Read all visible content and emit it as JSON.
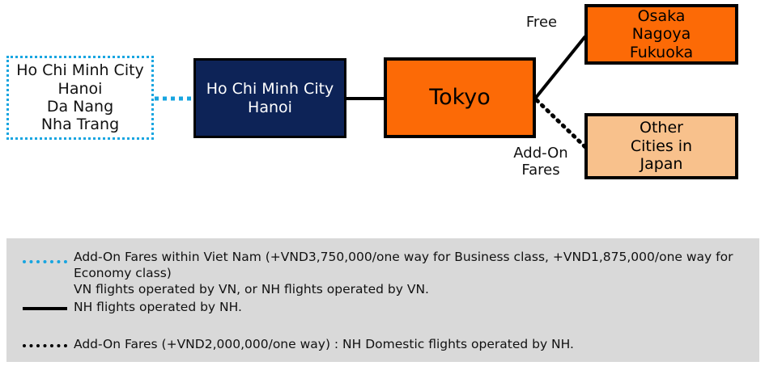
{
  "diagram": {
    "nodes": {
      "vietnam_cities": {
        "label": "Ho Chi Minh City\nHanoi\nDa Nang\nNha Trang",
        "border_color": "#18a5e0",
        "fill_color": "#ffffff"
      },
      "vietnam_gateway": {
        "label": "Ho Chi Minh City\nHanoi",
        "border_color": "#000000",
        "fill_color": "#0d2357",
        "text_color": "#ffffff"
      },
      "tokyo": {
        "label": "Tokyo",
        "border_color": "#000000",
        "fill_color": "#fc6a06"
      },
      "free_cities": {
        "label": "Osaka\nNagoya\nFukuoka",
        "border_color": "#000000",
        "fill_color": "#fc6a06"
      },
      "other_cities": {
        "label": "Other\nCities in\nJapan",
        "border_color": "#000000",
        "fill_color": "#f8c18c"
      }
    },
    "edge_labels": {
      "free": "Free",
      "add_on": "Add-On\nFares"
    }
  },
  "legend": {
    "background_color": "#d9d9d9",
    "items": [
      {
        "marker": "cyan-dotted-line",
        "marker_color": "#18a5e0",
        "text": "Add-On Fares within Viet Nam (+VND3,750,000/one way for Business class,  +VND1,875,000/one way for Economy class)\nVN flights operated by VN, or NH flights operated by VN."
      },
      {
        "marker": "black-solid-line",
        "marker_color": "#000000",
        "text": "NH flights operated by NH."
      },
      {
        "marker": "black-dotted-line",
        "marker_color": "#000000",
        "text": "Add-On Fares (+VND2,000,000/one way) : NH Domestic flights operated by NH."
      }
    ]
  }
}
